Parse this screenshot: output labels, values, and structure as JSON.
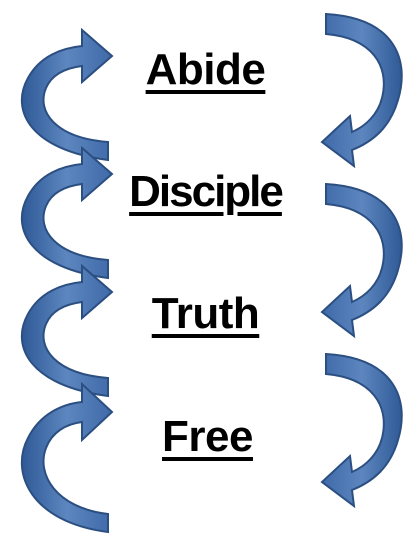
{
  "words": [
    "Abide",
    "Disciple",
    "Truth",
    "Free"
  ],
  "colors": {
    "arrow_fill": "#3f6aa8",
    "arrow_fill_light": "#6f93c6",
    "arrow_outline": "#2c4f82",
    "text": "#000000",
    "background": "#ffffff"
  },
  "icons": {
    "left_arrows": "curved-arrow-right-icon",
    "right_arrows": "curved-arrow-left-down-icon"
  }
}
